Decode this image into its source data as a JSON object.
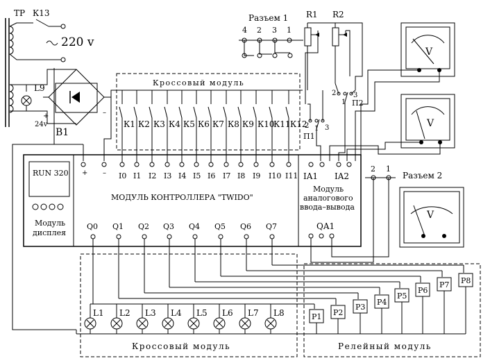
{
  "transformer": {
    "label": "ТР",
    "switch_label": "К13",
    "voltage": "220 v"
  },
  "lamp_power": {
    "label": "L9",
    "voltage_label": "24v",
    "bridge_label": "В1",
    "plus": "+",
    "minus": "–"
  },
  "connector1": {
    "title": "Разъем 1",
    "pins": [
      "4",
      "2",
      "3",
      "1"
    ]
  },
  "resistors": [
    "R1",
    "R2"
  ],
  "switch_p1": {
    "label": "П1",
    "positions": [
      "2",
      "1",
      "3"
    ]
  },
  "switch_p2": {
    "label": "П2",
    "positions": [
      "2",
      "1",
      "3"
    ]
  },
  "meter_symbol": "V",
  "cross_module_top": {
    "title": "Кроссовый модуль",
    "keys": [
      "К1",
      "К2",
      "К3",
      "К4",
      "К5",
      "К6",
      "К7",
      "К8",
      "К9",
      "К10",
      "К11",
      "К12"
    ]
  },
  "controller": {
    "title": "МОДУЛЬ КОНТРОЛЛЕРА  \"TWIDO\"",
    "inputs": [
      "I0",
      "I1",
      "I2",
      "I3",
      "I4",
      "I5",
      "I6",
      "I7",
      "I8",
      "I9",
      "I10",
      "I11"
    ],
    "outputs": [
      "Q0",
      "Q1",
      "Q2",
      "Q3",
      "Q4",
      "Q5",
      "Q6",
      "Q7"
    ],
    "power_plus": "+",
    "power_minus": "–"
  },
  "display": {
    "screen": "RUN  320",
    "label_line1": "Модуль",
    "label_line2": "дисплея"
  },
  "analog_module": {
    "inputs": [
      "IA1",
      "IA2"
    ],
    "output": "QA1",
    "label_line1": "Модуль",
    "label_line2": "аналогового",
    "label_line3": "ввода–вывода"
  },
  "connector2": {
    "title": "Разъем 2",
    "pins": [
      "2",
      "1"
    ]
  },
  "lamps": [
    "L1",
    "L2",
    "L3",
    "L4",
    "L5",
    "L6",
    "L7",
    "L8"
  ],
  "relays": [
    "Р1",
    "Р2",
    "Р3",
    "Р4",
    "Р5",
    "Р6",
    "Р7",
    "Р8"
  ],
  "cross_module_bottom": {
    "title": "Кроссовый модуль"
  },
  "relay_module": {
    "title": "Релейный модуль"
  }
}
